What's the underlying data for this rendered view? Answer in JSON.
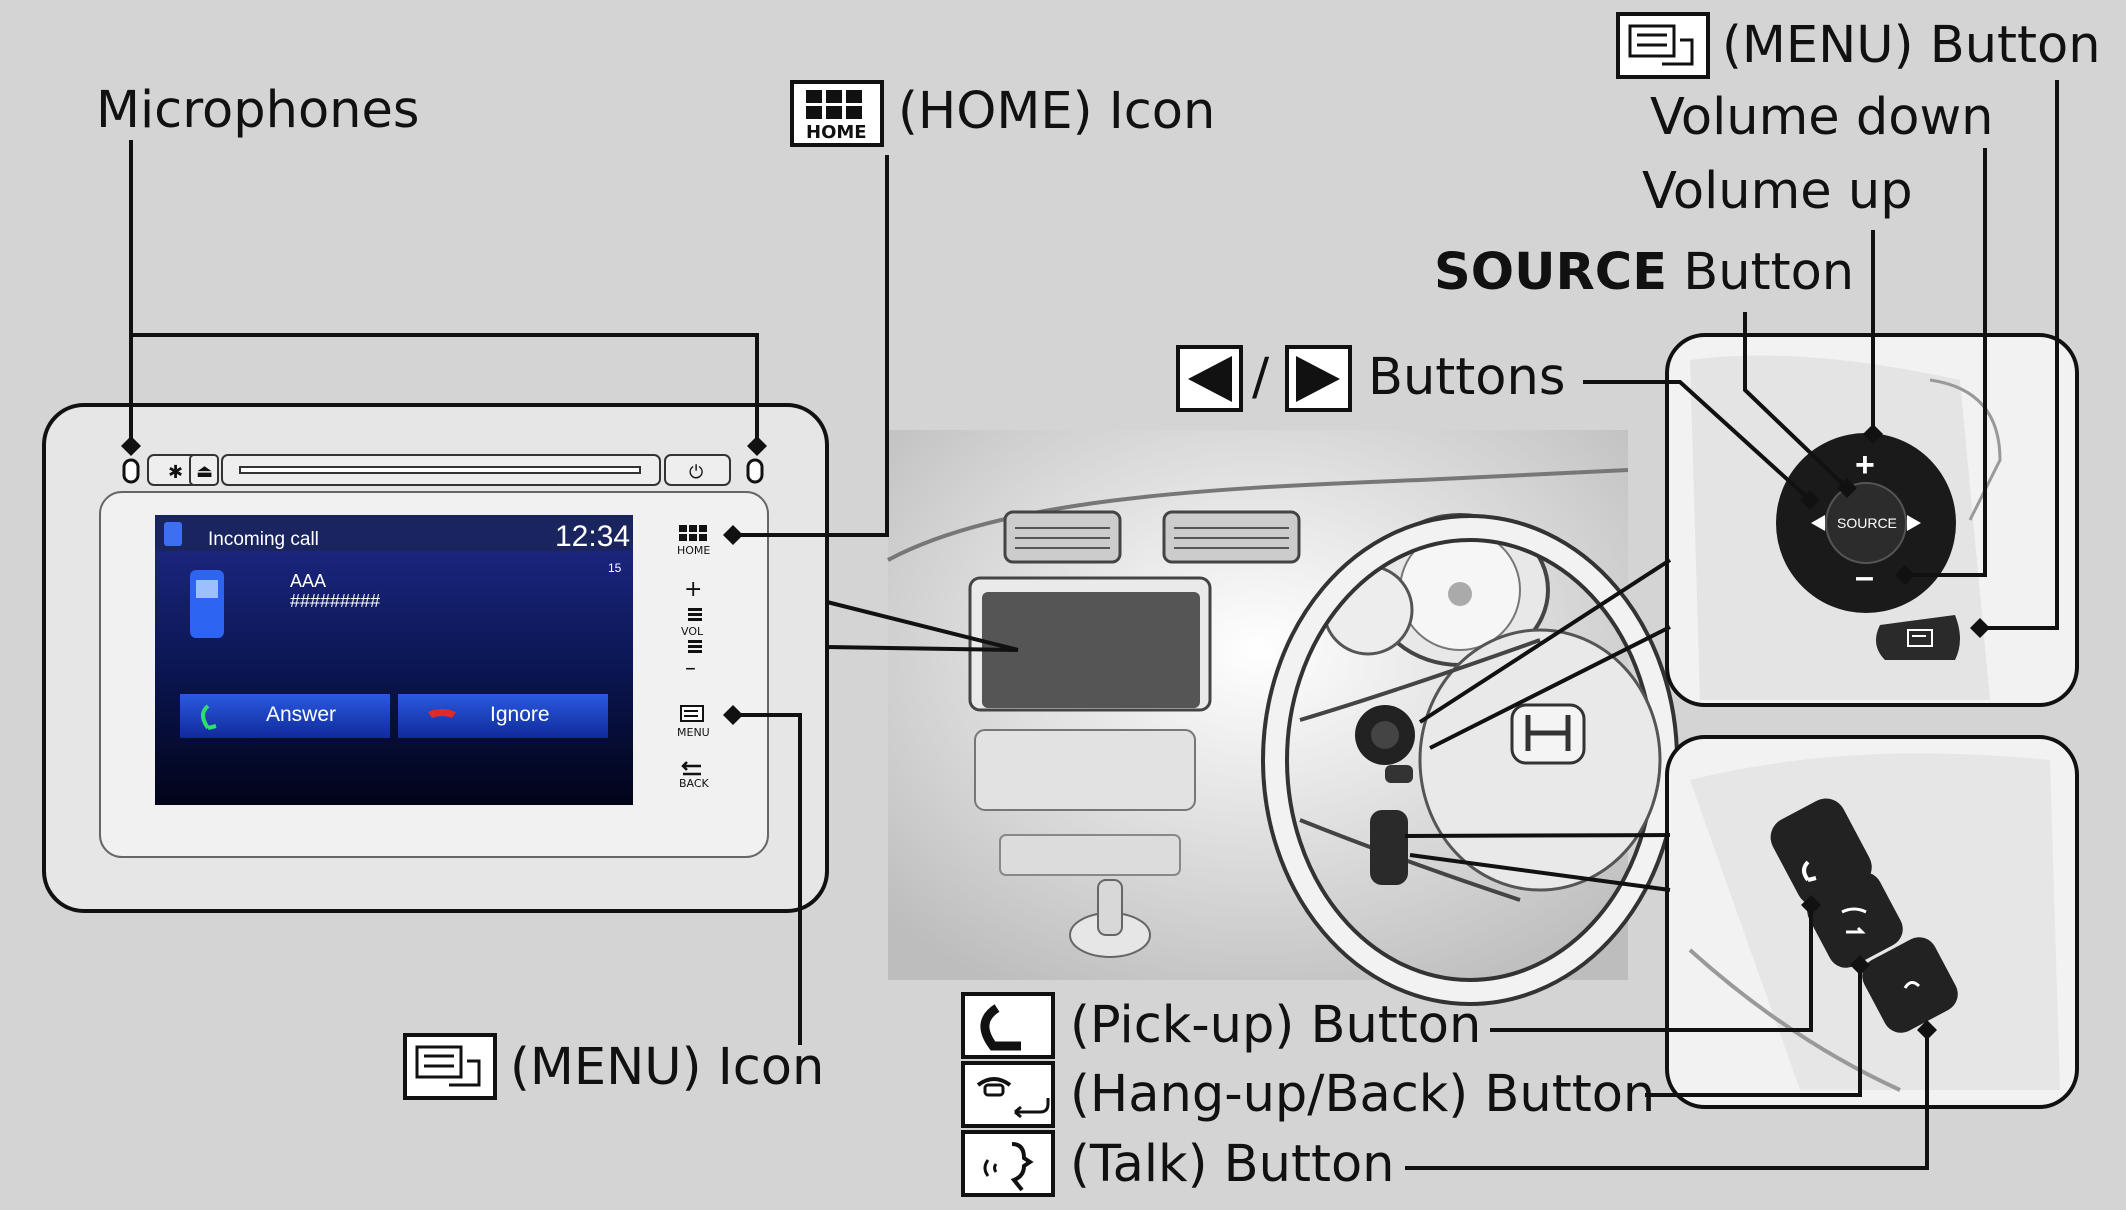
{
  "labels": {
    "microphones": "Microphones",
    "home_icon": "(HOME) Icon",
    "menu_icon": "(MENU) Icon",
    "menu_button": "(MENU) Button",
    "volume_down": "Volume down",
    "volume_up": "Volume up",
    "source_bold": "SOURCE",
    "source_rest": " Button",
    "arrows_sep": "/",
    "arrows_rest": "Buttons",
    "pickup": "(Pick-up) Button",
    "hangup": "(Hang-up/Back) Button",
    "talk": "(Talk) Button"
  },
  "screen": {
    "title": "Incoming call",
    "time": "12:34",
    "caller_name": "AAA",
    "caller_number": "#########",
    "signal_count": "15",
    "answer": "Answer",
    "ignore": "Ignore"
  },
  "side_panel": {
    "home": "HOME",
    "vol": "VOL",
    "menu": "MENU",
    "back": "BACK",
    "plus": "+",
    "minus": "–"
  },
  "wheel": {
    "source": "SOURCE",
    "plus": "+",
    "minus": "–"
  },
  "icons": [
    "home-icon",
    "menu-icon",
    "left-arrow-icon",
    "right-arrow-icon",
    "pickup-icon",
    "hangup-icon",
    "talk-icon",
    "microphone-icon",
    "power-icon",
    "eject-icon"
  ],
  "colors": {
    "background": "#d4d4d4",
    "screen": "#0a1440",
    "answer_button": "#1a3ab8",
    "ignore_button": "#1a3ab8"
  }
}
